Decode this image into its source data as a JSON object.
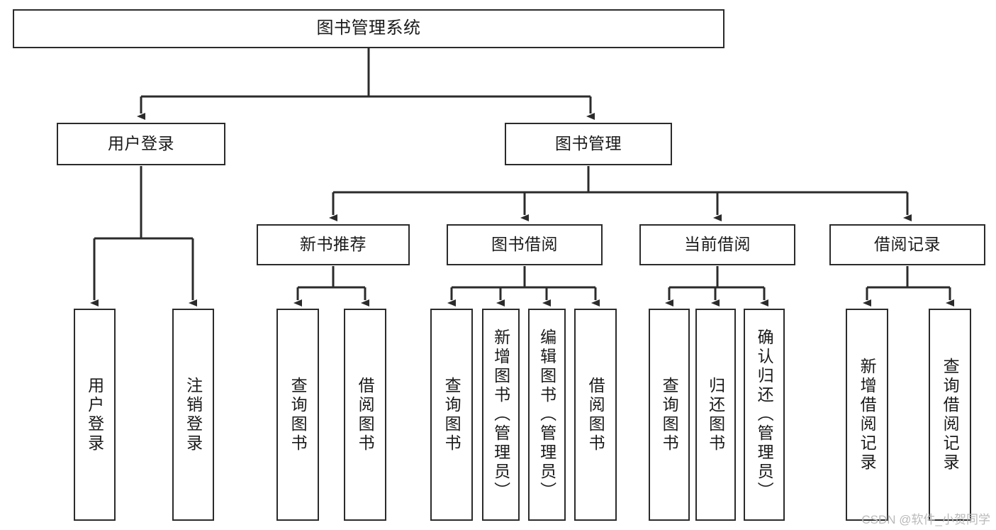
{
  "diagram": {
    "type": "tree",
    "title": "图书管理系统",
    "stroke_color": "#2b2b2b",
    "fill_color": "#ffffff",
    "text_color": "#1a1a1a",
    "root": {
      "label": "图书管理系统"
    },
    "level1": [
      {
        "label": "用户登录"
      },
      {
        "label": "图书管理"
      }
    ],
    "level2": [
      {
        "label": "新书推荐"
      },
      {
        "label": "图书借阅"
      },
      {
        "label": "当前借阅"
      },
      {
        "label": "借阅记录"
      }
    ],
    "leaves": {
      "user_login": [
        {
          "label": "用户登录"
        },
        {
          "label": "注销登录"
        }
      ],
      "new_book": [
        {
          "label": "查询图书"
        },
        {
          "label": "借阅图书"
        }
      ],
      "book_borrow": [
        {
          "label": "查询图书"
        },
        {
          "label": "新增图书（管理员）"
        },
        {
          "label": "编辑图书（管理员）"
        },
        {
          "label": "借阅图书"
        }
      ],
      "current_borrow": [
        {
          "label": "查询图书"
        },
        {
          "label": "归还图书"
        },
        {
          "label": "确认归还（管理员）"
        }
      ],
      "borrow_record": [
        {
          "label": "新增借阅记录"
        },
        {
          "label": "查询借阅记录"
        }
      ]
    }
  },
  "watermark": {
    "text": "CSDN @软件_小贺同学"
  }
}
